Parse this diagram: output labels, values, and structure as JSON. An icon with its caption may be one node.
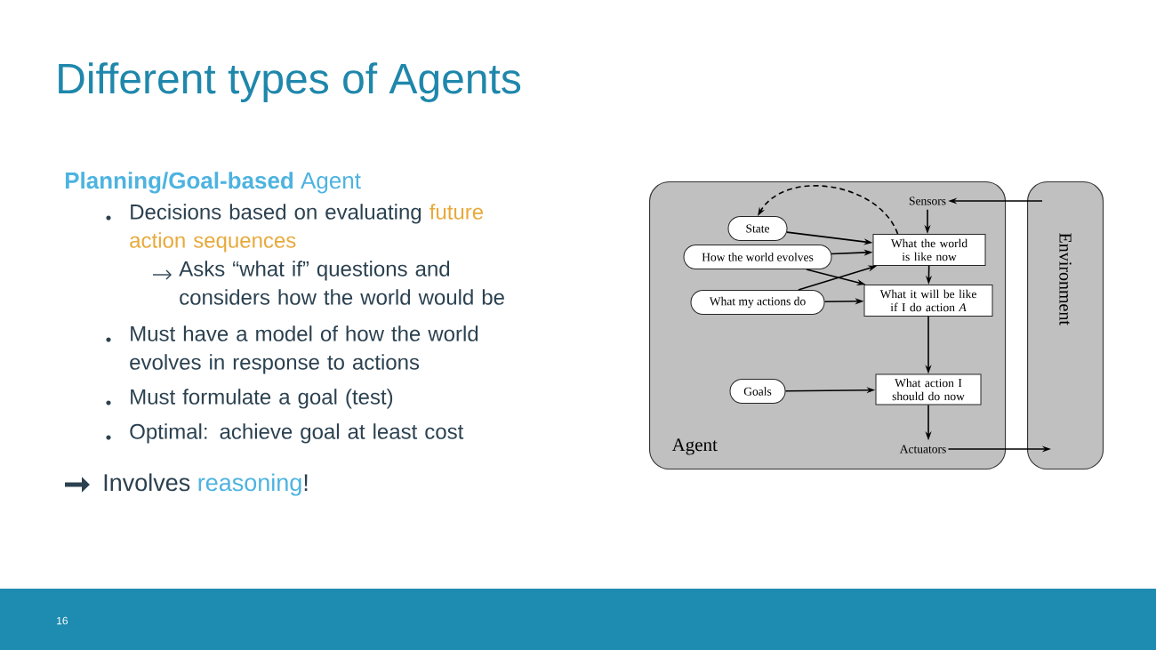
{
  "diagram": {
    "title": "Different types of Agents",
    "nodes": [
      {
        "text": [
          "Agent"
        ]
      },
      {
        "text": [
          "Environment"
        ]
      },
      {
        "text": [
          "Sensors"
        ],
        "in": 0
      },
      {
        "text": [
          "State"
        ],
        "in": 0
      },
      {
        "text": [
          "How the world evolves"
        ],
        "in": 0
      },
      {
        "text": [
          "What my actions do"
        ],
        "in": 0
      },
      {
        "text": [
          "What the world is like now"
        ],
        "in": 0
      },
      {
        "text": [
          "What it will be like if I do action *A*"
        ],
        "in": 0
      },
      {
        "text": [
          "Goals"
        ],
        "in": 0
      },
      {
        "text": [
          "What action I should do now"
        ],
        "in": 0
      },
      {
        "text": [
          "Actuators"
        ],
        "in": 0
      }
    ],
    "edges": [
      {
        "from": 1,
        "to": 2,
        "arrow": "to"
      },
      {
        "from": 2,
        "to": 6,
        "arrow": "to"
      },
      {
        "from": 3,
        "to": 6,
        "arrow": "to"
      },
      {
        "from": 4,
        "to": 6,
        "arrow": "to"
      },
      {
        "from": 4,
        "to": 7,
        "arrow": "to"
      },
      {
        "from": 5,
        "to": 6,
        "arrow": "to"
      },
      {
        "from": 5,
        "to": 7,
        "arrow": "to"
      },
      {
        "from": 6,
        "to": 7,
        "arrow": "to"
      },
      {
        "from": 6,
        "to": 3,
        "arrow": "to",
        "style": "dashed"
      },
      {
        "from": 7,
        "to": 9,
        "arrow": "to"
      },
      {
        "from": 8,
        "to": 9,
        "arrow": "to"
      },
      {
        "from": 9,
        "to": 10,
        "arrow": "to"
      },
      {
        "from": 10,
        "to": 1,
        "arrow": "to"
      }
    ],
    "labels": [
      "**Planning/Goal-based** Agent",
      "Decisions based on evaluating",
      "future action sequences",
      "Asks “what if” questions and considers how the world would be",
      "Must have a model of how the world evolves in response to actions",
      "Must formulate a goal (test)",
      "Optimal: achieve goal at least cost",
      "Involves",
      "reasoning",
      "!",
      "16"
    ]
  }
}
